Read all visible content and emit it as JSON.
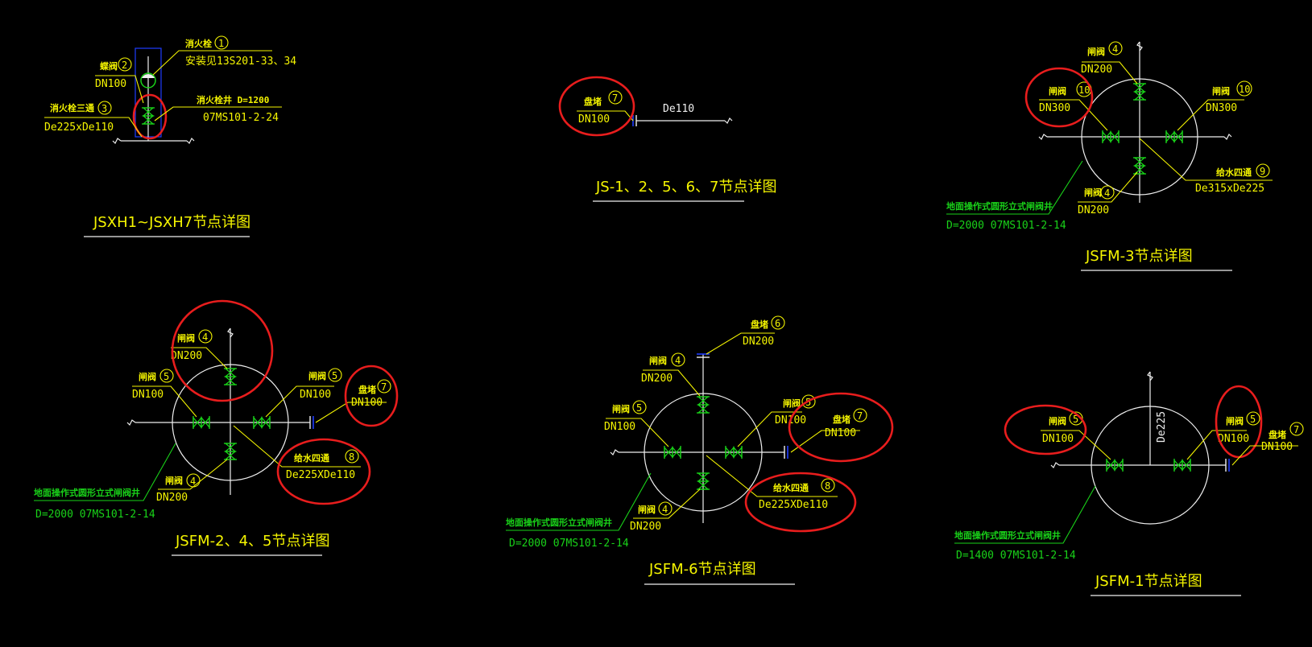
{
  "colors": {
    "background": "#000000",
    "leader": "#f5f500",
    "label": "#f5f500",
    "valve": "#19d219",
    "pipe": "#f0f0f0",
    "mark": "#e81d1d",
    "well": "#19d219",
    "hydrant_box": "#1f3cff"
  },
  "jsxh": {
    "title": "JSXH1~JSXH7节点详图",
    "hydrant": {
      "name": "消火栓",
      "no": "1",
      "spec": "安装见13S201-33、34"
    },
    "valve": {
      "name": "蝶阀",
      "no": "2",
      "spec": "DN100"
    },
    "tee": {
      "name": "消火栓三通",
      "no": "3",
      "spec": "De225xDe110"
    },
    "well": {
      "name": "消火栓井 D=1200",
      "spec": "07MS101-2-24"
    }
  },
  "js": {
    "title": "JS-1、2、5、6、7节点详图",
    "plug": {
      "name": "盘堵",
      "no": "7",
      "spec": "DN100"
    },
    "pipe": "De110"
  },
  "jsfm3": {
    "title": "JSFM-3节点详图",
    "top": {
      "name": "闸阀",
      "no": "4",
      "spec": "DN200"
    },
    "left": {
      "name": "闸阀",
      "no": "10",
      "spec": "DN300"
    },
    "right": {
      "name": "闸阀",
      "no": "10",
      "spec": "DN300"
    },
    "bottom": {
      "name": "闸阀",
      "no": "4",
      "spec": "DN200"
    },
    "cross": {
      "name": "给水四通",
      "no": "9",
      "spec": "De315xDe225"
    },
    "well": {
      "name": "地面操作式圆形立式闸阀井",
      "spec": "D=2000  07MS101-2-14"
    }
  },
  "jsfm245": {
    "title": "JSFM-2、4、5节点详图",
    "top": {
      "name": "闸阀",
      "no": "4",
      "spec": "DN200"
    },
    "left": {
      "name": "闸阀",
      "no": "5",
      "spec": "DN100"
    },
    "right": {
      "name": "闸阀",
      "no": "5",
      "spec": "DN100"
    },
    "plug": {
      "name": "盘堵",
      "no": "7",
      "spec": "DN100"
    },
    "cross": {
      "name": "给水四通",
      "no": "8",
      "spec": "De225XDe110"
    },
    "bottom": {
      "name": "闸阀",
      "no": "4",
      "spec": "DN200"
    },
    "well": {
      "name": "地面操作式圆形立式闸阀井",
      "spec": "D=2000   07MS101-2-14"
    }
  },
  "jsfm6": {
    "title": "JSFM-6节点详图",
    "topplug": {
      "name": "盘堵",
      "no": "6",
      "spec": "DN200"
    },
    "top": {
      "name": "闸阀",
      "no": "4",
      "spec": "DN200"
    },
    "left": {
      "name": "闸阀",
      "no": "5",
      "spec": "DN100"
    },
    "right": {
      "name": "闸阀",
      "no": "5",
      "spec": "DN100"
    },
    "plug": {
      "name": "盘堵",
      "no": "7",
      "spec": "DN100"
    },
    "cross": {
      "name": "给水四通",
      "no": "8",
      "spec": "De225XDe110"
    },
    "bottom": {
      "name": "闸阀",
      "no": "4",
      "spec": "DN200"
    },
    "well": {
      "name": "地面操作式圆形立式闸阀井",
      "spec": "D=2000   07MS101-2-14"
    }
  },
  "jsfm1": {
    "title": "JSFM-1节点详图",
    "left": {
      "name": "闸阀",
      "no": "5",
      "spec": "DN100"
    },
    "right": {
      "name": "闸阀",
      "no": "5",
      "spec": "DN100"
    },
    "plug": {
      "name": "盘堵",
      "no": "7",
      "spec": "DN100"
    },
    "pipe": "De225",
    "well": {
      "name": "地面操作式圆形立式闸阀井",
      "spec": "D=1400   07MS101-2-14"
    }
  }
}
